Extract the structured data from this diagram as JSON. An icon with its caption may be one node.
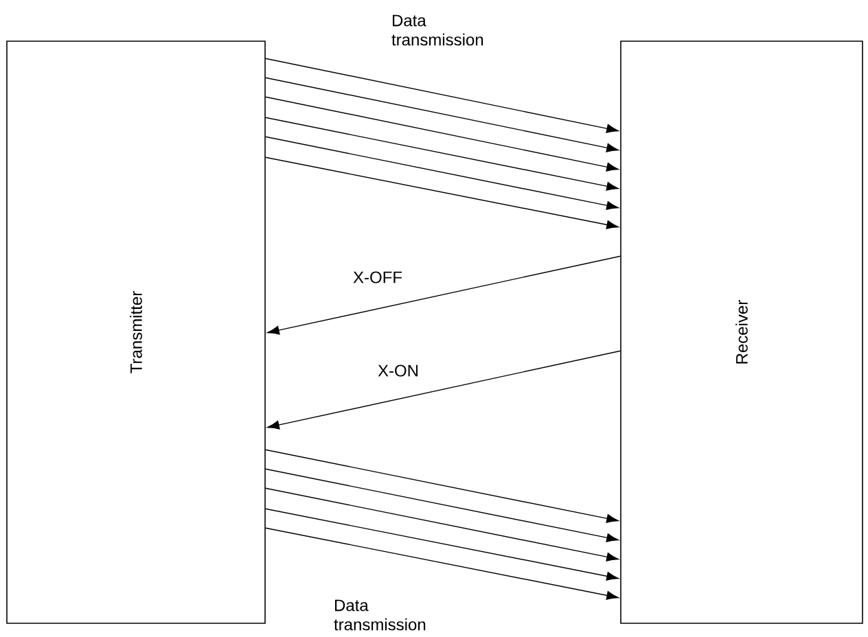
{
  "diagram": {
    "nodes": [
      {
        "text": [
          "Transmitter"
        ]
      },
      {
        "text": [
          "Receiver"
        ]
      }
    ],
    "edges": [
      {
        "from": 0,
        "to": 1,
        "arrow": "to"
      },
      {
        "from": 0,
        "to": 1,
        "arrow": "to"
      },
      {
        "from": 0,
        "to": 1,
        "arrow": "to"
      },
      {
        "from": 0,
        "to": 1,
        "arrow": "to"
      },
      {
        "from": 0,
        "to": 1,
        "arrow": "to"
      },
      {
        "from": 0,
        "to": 1,
        "arrow": "to"
      },
      {
        "from": 1,
        "to": 0,
        "arrow": "to",
        "label": "X-OFF"
      },
      {
        "from": 1,
        "to": 0,
        "arrow": "to",
        "label": "X-ON"
      },
      {
        "from": 0,
        "to": 1,
        "arrow": "to"
      },
      {
        "from": 0,
        "to": 1,
        "arrow": "to"
      },
      {
        "from": 0,
        "to": 1,
        "arrow": "to"
      },
      {
        "from": 0,
        "to": 1,
        "arrow": "to"
      },
      {
        "from": 0,
        "to": 1,
        "arrow": "to"
      }
    ],
    "labels": [
      "Data transmission",
      "Data transmission"
    ]
  }
}
